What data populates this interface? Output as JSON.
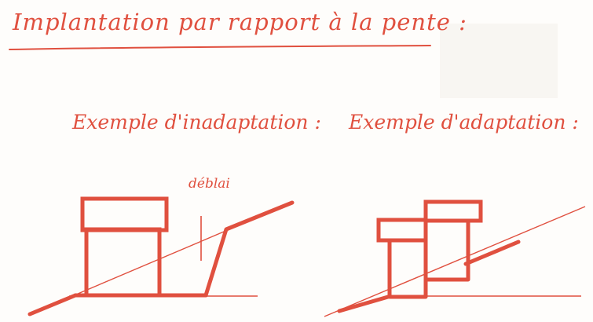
{
  "title": "Implantation par rapport à la pente :",
  "captions": {
    "left": "Exemple d'inadaptation :",
    "right": "Exemple d'adaptation :"
  },
  "labels": {
    "deblai": "déblai"
  },
  "colors": {
    "ink": "#e0503f",
    "thin_line": "#e0503f",
    "paper": "#fefdfb"
  }
}
